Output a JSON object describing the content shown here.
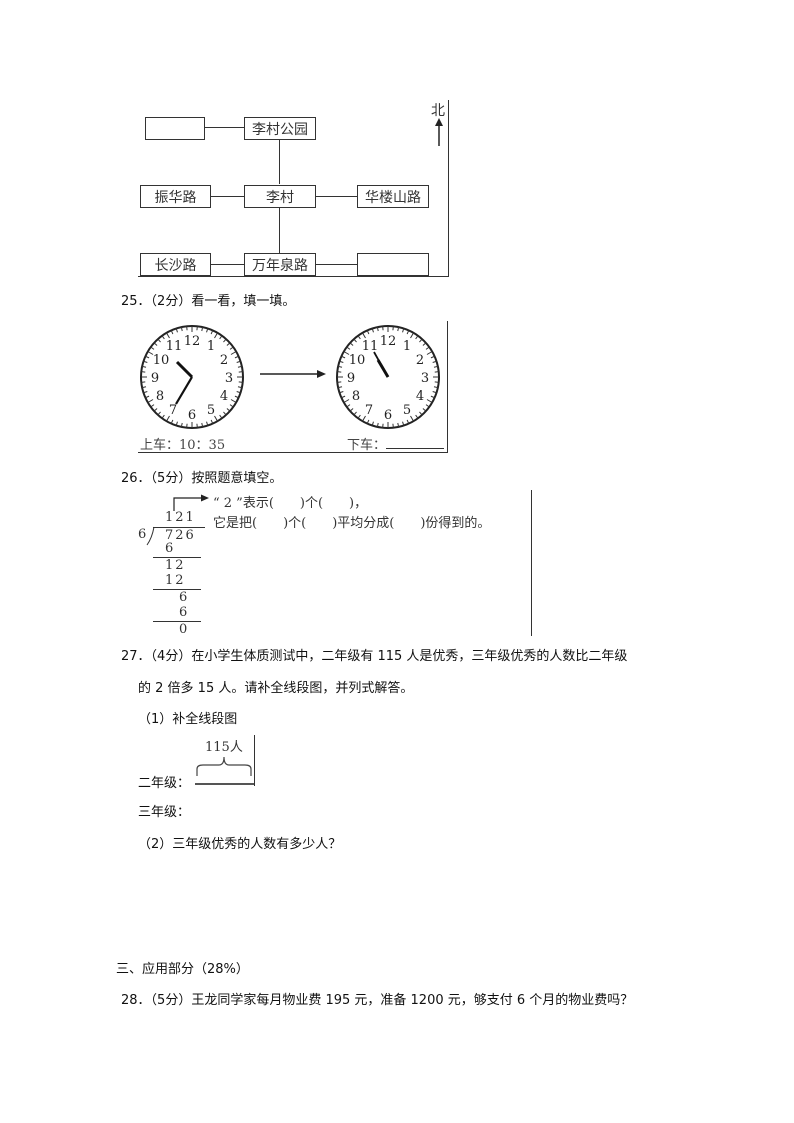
{
  "map": {
    "north_label": "北",
    "boxes": {
      "top_left": "",
      "top_center": "李村公园",
      "mid_left": "振华路",
      "mid_center": "李村",
      "mid_right": "华楼山路",
      "bottom_left": "长沙路",
      "bottom_center": "万年泉路",
      "bottom_right": ""
    }
  },
  "q25": {
    "title": "25．（2分）看一看，填一填。",
    "clock_left": {
      "numbers": [
        "12",
        "1",
        "2",
        "3",
        "4",
        "5",
        "6",
        "7",
        "8",
        "9",
        "10",
        "11"
      ],
      "hour": 10,
      "minute": 35
    },
    "clock_right": {
      "numbers": [
        "12",
        "1",
        "2",
        "3",
        "4",
        "5",
        "6",
        "7",
        "8",
        "9",
        "10",
        "11"
      ],
      "hour": 11,
      "minute": 55
    },
    "board_label": "上车：10：35",
    "alight_label": "下车："
  },
  "q26": {
    "title": "26．（5分）按照题意填空。",
    "line1": "“ 2 ”表示(　　)个(　　)，",
    "line2": "它是把(　　)个(　　)平均分成(　　)份得到的。",
    "division": {
      "quotient": "121",
      "divisor": "6",
      "dividend": "726",
      "steps": [
        "6",
        "12",
        "12",
        "6",
        "6",
        "0"
      ]
    }
  },
  "q27": {
    "title_line1": "27．（4分）在小学生体质测试中，二年级有 115 人是优秀，三年级优秀的人数比二年级",
    "title_line2": "的 2 倍多 15 人。请补全线段图，并列式解答。",
    "part1": "（1）补全线段图",
    "brace_label": "115人",
    "grade2_label": "二年级：",
    "grade3_label": "三年级：",
    "part2": "（2）三年级优秀的人数有多少人？"
  },
  "section3": {
    "title": "三、应用部分（28%）"
  },
  "q28": {
    "title": "28．（5分）王龙同学家每月物业费 195 元，准备 1200 元，够支付 6 个月的物业费吗？"
  }
}
